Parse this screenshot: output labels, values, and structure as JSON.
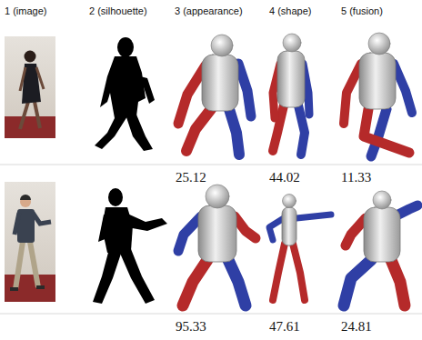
{
  "diagram": {
    "labels": [
      "1 (image)",
      "2 (silhouette)",
      "3 (appearance)",
      "4 (shape)",
      "5 (fusion)",
      "25.12",
      "44.02",
      "11.33",
      "95.33",
      "47.61",
      "24.81"
    ]
  }
}
